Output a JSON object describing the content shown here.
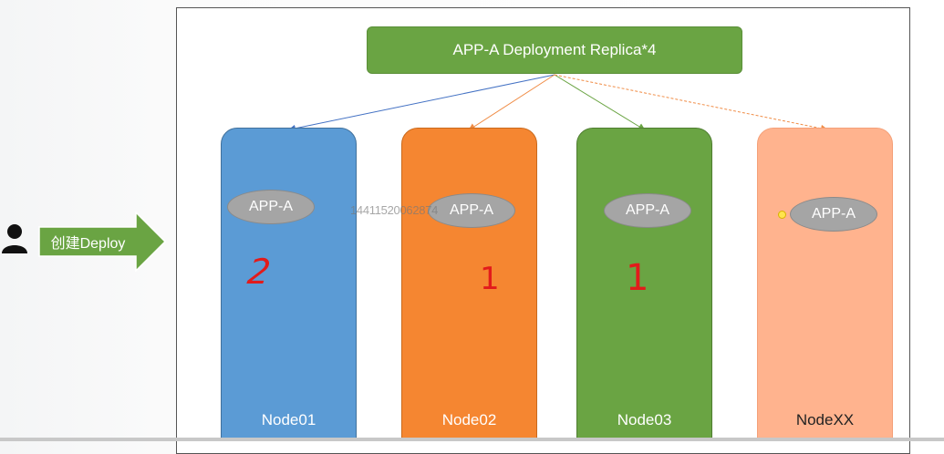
{
  "deployment": {
    "label": "APP-A Deployment Replica*4"
  },
  "user": {
    "action_label": "创建Deploy"
  },
  "nodes": [
    {
      "name": "Node01",
      "pod": "APP-A",
      "count": "2",
      "color": "#5b9bd5"
    },
    {
      "name": "Node02",
      "pod": "APP-A",
      "count": "1",
      "color": "#f58631"
    },
    {
      "name": "Node03",
      "pod": "APP-A",
      "count": "1",
      "color": "#6aa443"
    },
    {
      "name": "NodeXX",
      "pod": "APP-A",
      "count": "",
      "color": "#ffb38e"
    }
  ],
  "connector_colors": [
    "#4472c4",
    "#f08c45",
    "#6aa443",
    "#f08c45"
  ],
  "overlay": {
    "watermark": "14411520062874"
  }
}
